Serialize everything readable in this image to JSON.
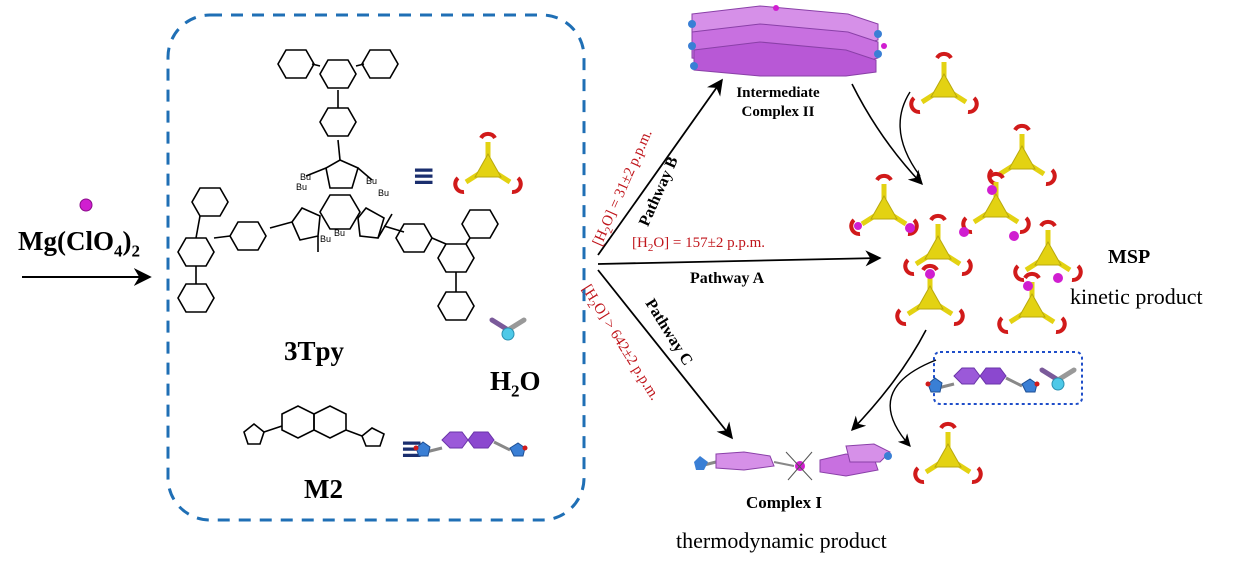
{
  "reagent": {
    "label_main": "Mg(ClO",
    "label_sub1": "4",
    "label_close": ")",
    "label_sub2": "2"
  },
  "box": {
    "ligand_name": "3Tpy",
    "water_label_main": "H",
    "water_label_sub": "2",
    "water_label_end": "O",
    "linker_name": "M2",
    "tbu_label": "Bu",
    "equiv_symbol": "≡"
  },
  "pathways": {
    "a": {
      "name": "Pathway A",
      "condition_prefix": "[H",
      "condition_sub": "2",
      "condition_rest": "O] = 157±2 p.p.m."
    },
    "b": {
      "name": "Pathway B",
      "condition_prefix": "[H",
      "condition_sub": "2",
      "condition_rest": "O] = 31±2 p.p.m."
    },
    "c": {
      "name": "Pathway C",
      "condition_prefix": "[H",
      "condition_sub": "2",
      "condition_rest": "O] > 642±2 p.p.m."
    }
  },
  "products": {
    "intermediate_line1": "Intermediate",
    "intermediate_line2": "Complex II",
    "msp_name": "MSP",
    "msp_type": "kinetic product",
    "complex1_name": "Complex I",
    "complex1_type": "thermodynamic product"
  },
  "colors": {
    "box_border": "#1f6fb5",
    "condition_text": "#c0161c",
    "triad_yellow": "#e3d212",
    "triad_red": "#d11a1a",
    "mg_magenta": "#d01ed0",
    "naph_purple": "#9b59d9",
    "imid_blue": "#3a7fd5",
    "water_cyan": "#4ec9e8"
  }
}
